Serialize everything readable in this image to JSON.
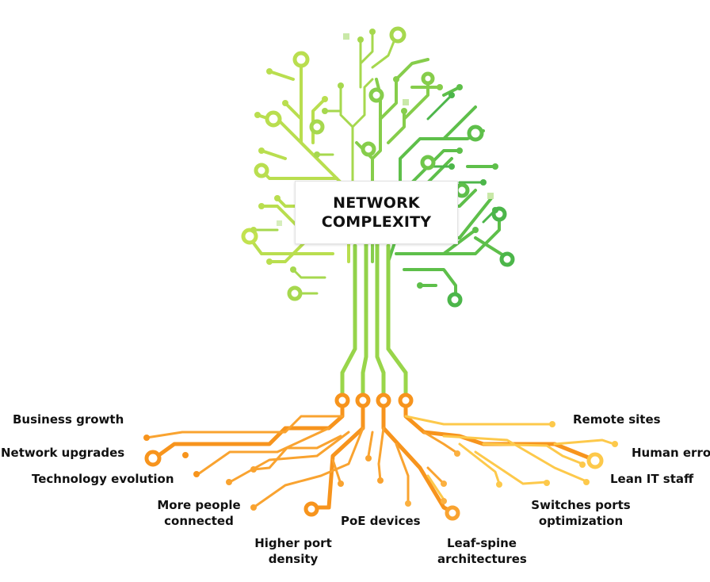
{
  "title": {
    "line1": "NETWORK",
    "line2": "COMPLEXITY"
  },
  "labels": {
    "business_growth": "Business growth",
    "network_upgrades": "Network upgrades",
    "technology_evolution": "Technology evolution",
    "more_people_1": "More people",
    "more_people_2": "connected",
    "higher_port_1": "Higher port",
    "higher_port_2": "density",
    "poe_devices": "PoE devices",
    "leaf_spine_1": "Leaf-spine",
    "leaf_spine_2": "architectures",
    "switches_ports_1": "Switches ports",
    "switches_ports_2": "optimization",
    "lean_it": "Lean IT staff",
    "human_error": "Human error",
    "remote_sites": "Remote sites"
  },
  "colors": {
    "trunk_green": "#8fd14a",
    "branch_light_green": "#b4dd4f",
    "branch_green": "#6fc64a",
    "branch_dark_green": "#45b549",
    "root_orange": "#f7941d",
    "root_light_orange": "#fbb040",
    "root_yellow": "#fdc94b"
  }
}
